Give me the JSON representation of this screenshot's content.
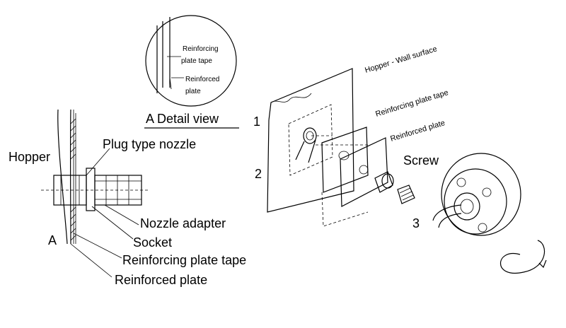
{
  "left_diagram": {
    "hopper": "Hopper",
    "plug_type_nozzle": "Plug type nozzle",
    "nozzle_adapter": "Nozzle adapter",
    "socket": "Socket",
    "reinforcing_plate_tape": "Reinforcing plate tape",
    "reinforced_plate": "Reinforced plate",
    "section_marker": "A"
  },
  "detail_view": {
    "title": "A Detail view",
    "tape_label_line1": "Reinforcing",
    "tape_label_line2": "plate tape",
    "plate_label_line1": "Reinforced",
    "plate_label_line2": "plate"
  },
  "exploded_view": {
    "hopper_wall": "Hopper - Wall surface",
    "reinforcing_plate_tape": "Reinforcing plate tape",
    "reinforced_plate": "Reinforced plate",
    "screw": "Screw",
    "step_1": "1",
    "step_2": "2",
    "step_3": "3"
  }
}
